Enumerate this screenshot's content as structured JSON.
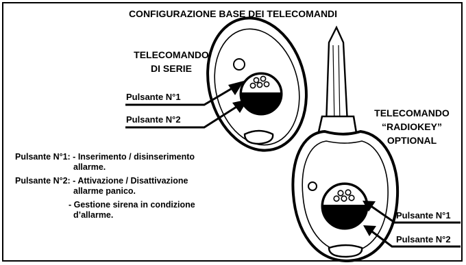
{
  "title": "CONFIGURAZIONE BASE DEI TELECOMANDI",
  "remote_stock": {
    "heading_line1": "TELECOMANDO",
    "heading_line2": "DI SERIE",
    "button1_label": "Pulsante N°1",
    "button2_label": "Pulsante N°2"
  },
  "remote_radiokey": {
    "heading_line1": "TELECOMANDO",
    "heading_line2": "“RADIOKEY”",
    "heading_line3": "OPTIONAL",
    "button1_label": "Pulsante N°1",
    "button2_label": "Pulsante N°2"
  },
  "description": {
    "b1_line1": "Pulsante N°1: - Inserimento / disinserimento",
    "b1_line2": "allarme.",
    "b2_line1": "Pulsante N°2: - Attivazione / Disattivazione",
    "b2_line2": "allarme panico.",
    "b2_line3": "- Gestione sirena in condizione",
    "b2_line4": "d’allarme."
  }
}
